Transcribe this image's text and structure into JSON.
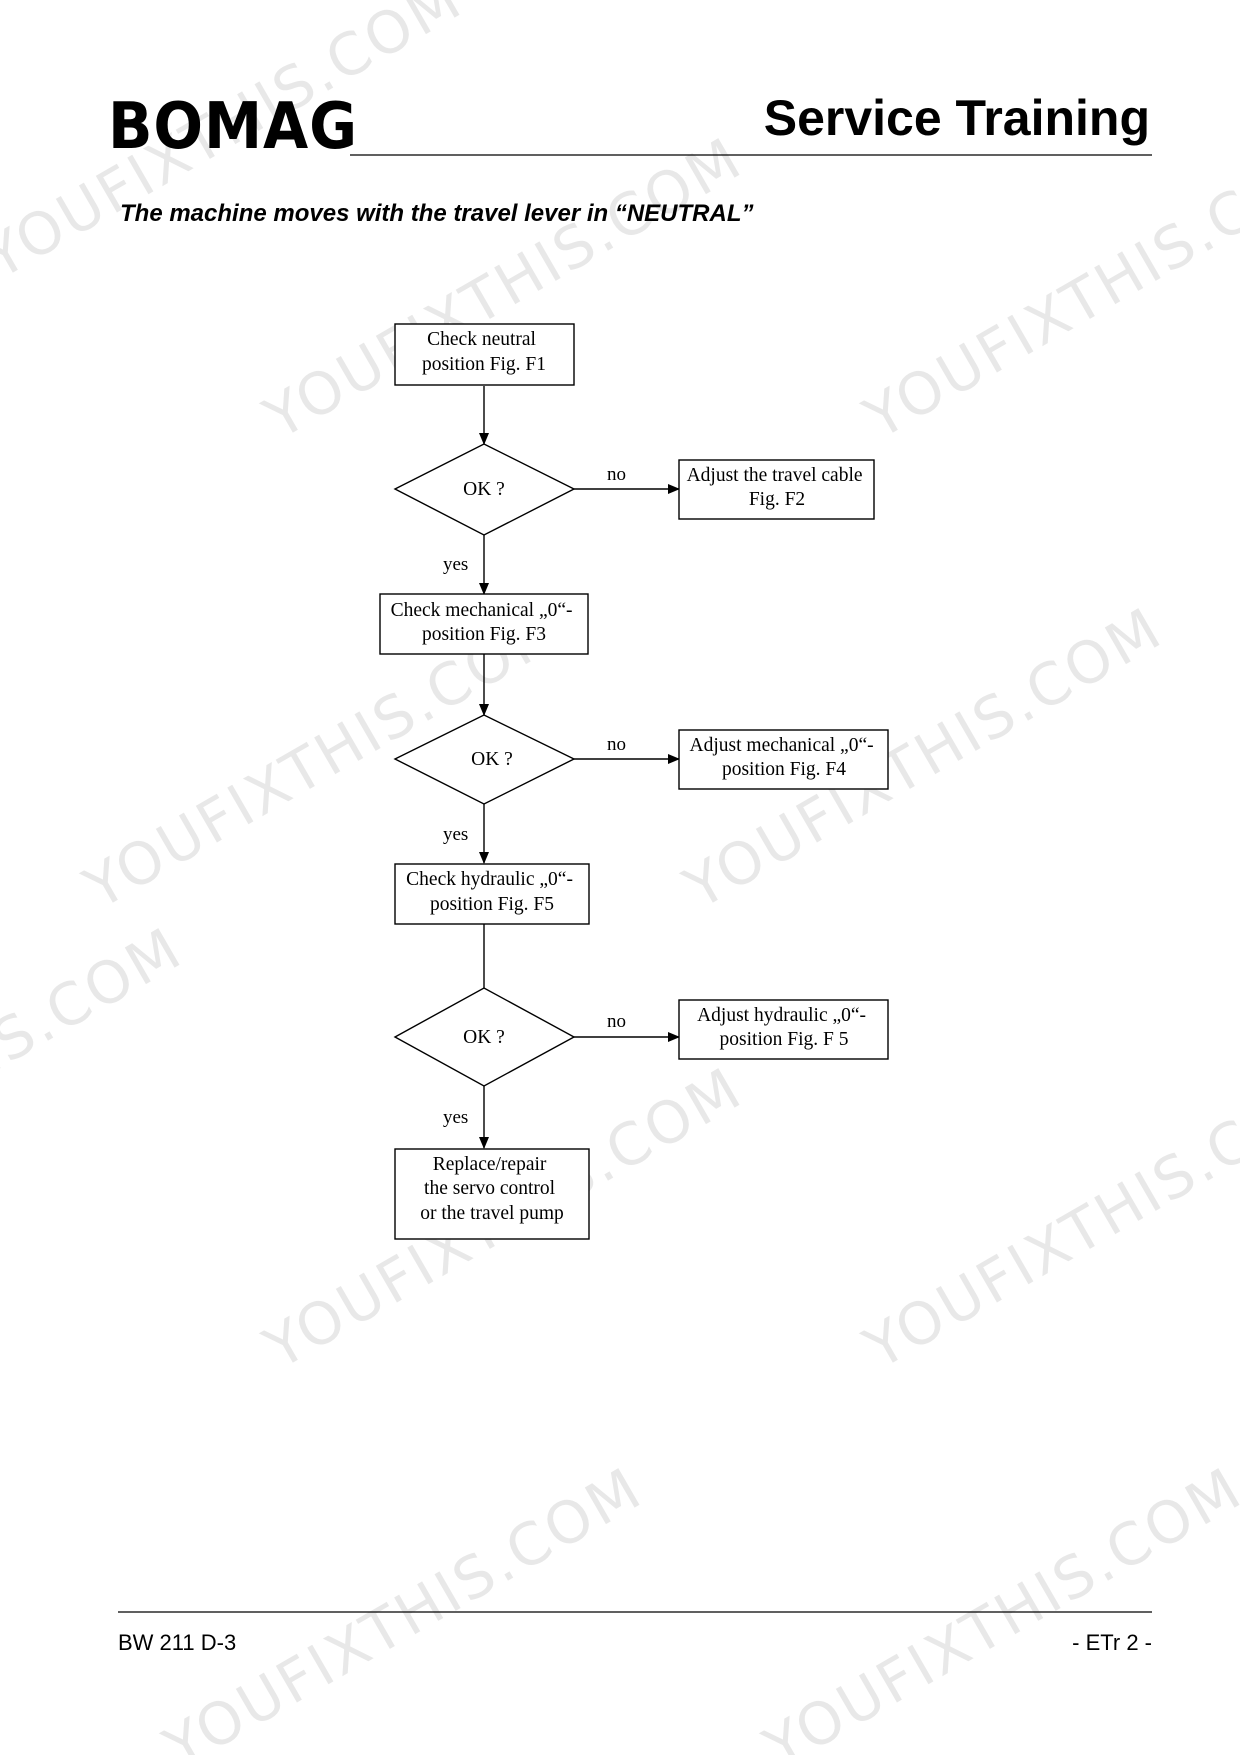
{
  "header": {
    "logo": "BOMAG",
    "title": "Service Training"
  },
  "subtitle": "The machine moves with the travel lever in “NEUTRAL”",
  "flowchart": {
    "nodes": {
      "n1": [
        "Check neutral",
        "position Fig. F1"
      ],
      "d1": [
        "OK ?"
      ],
      "a1": [
        "Adjust the travel cable",
        "Fig. F2"
      ],
      "n2": [
        "Check mechanical „0“-",
        "position Fig. F3"
      ],
      "d2": [
        "OK ?"
      ],
      "a2": [
        "Adjust mechanical „0“-",
        "position Fig. F4"
      ],
      "n3": [
        "Check hydraulic „0“-",
        "position Fig. F5"
      ],
      "d3": [
        "OK ?"
      ],
      "a3": [
        "Adjust hydraulic „0“-",
        "position Fig. F 5"
      ],
      "n4": [
        "Replace/repair",
        "the servo control",
        "or the travel pump"
      ]
    },
    "labels": {
      "no": "no",
      "yes": "yes"
    }
  },
  "watermark": "YOUFIXTHIS.COM",
  "footer": {
    "left": "BW 211 D-3",
    "right": "- ETr 2 -"
  }
}
